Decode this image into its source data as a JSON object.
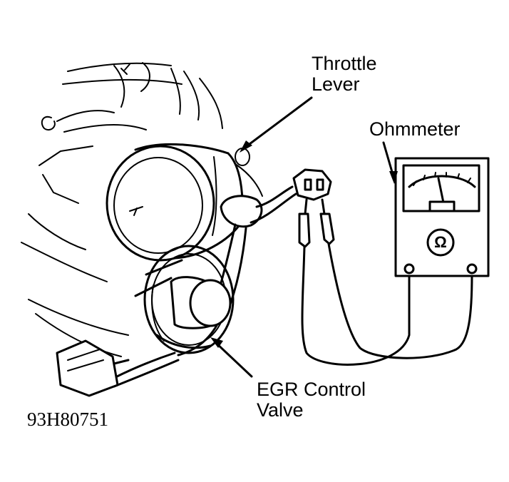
{
  "labels": {
    "throttle_lever": [
      "Throttle",
      "Lever"
    ],
    "ohmmeter": "Ohmmeter",
    "egr_control_valve": [
      "EGR Control",
      "Valve"
    ]
  },
  "figure_code": "93H80751",
  "ohm_symbol": "Ω"
}
